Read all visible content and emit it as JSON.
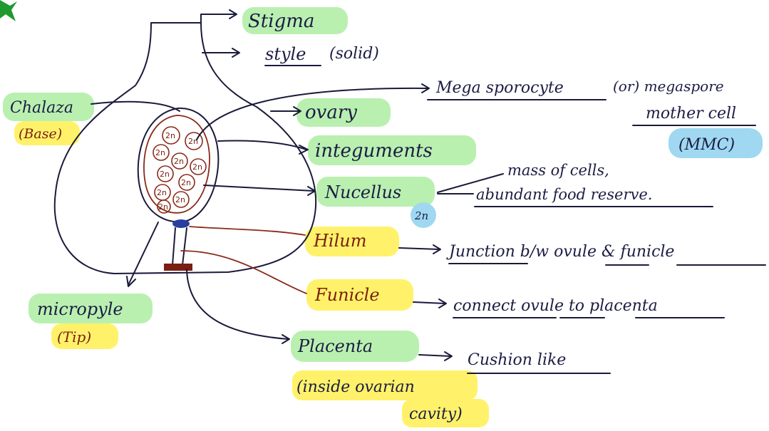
{
  "labels": {
    "stigma": "Stigma",
    "style": "style",
    "style_note": "(solid)",
    "megasporocyte": "Mega sporocyte",
    "megasporocyte_or": "(or) megaspore",
    "mother_cell": "mother cell",
    "mmc": "(MMC)",
    "chalaza": "Chalaza",
    "chalaza_note": "(Base)",
    "ovary": "ovary",
    "integuments": "integuments",
    "nucellus": "Nucellus",
    "nucellus_ploidy": "2n",
    "nucellus_desc1": "mass of cells,",
    "nucellus_desc2": "abundant food reserve.",
    "hilum": "Hilum",
    "hilum_desc": "Junction b/w ovule & funicle",
    "funicle": "Funicle",
    "funicle_desc": "connect ovule to placenta",
    "micropyle": "micropyle",
    "micropyle_note": "(Tip)",
    "placenta": "Placenta",
    "placenta_desc": "Cushion like",
    "placenta_note1": "(inside ovarian",
    "placenta_note2": "cavity)",
    "cell_ploidy": "2n"
  },
  "colors": {
    "highlight_green": "#b9f0b0",
    "highlight_yellow": "#fff26a",
    "highlight_blue": "#9fd8f0",
    "ink": "#1a1a3a",
    "red_ink": "#8a2a1a",
    "corner_star": "#1f9a2e"
  },
  "icons": {
    "corner": "star-icon"
  }
}
